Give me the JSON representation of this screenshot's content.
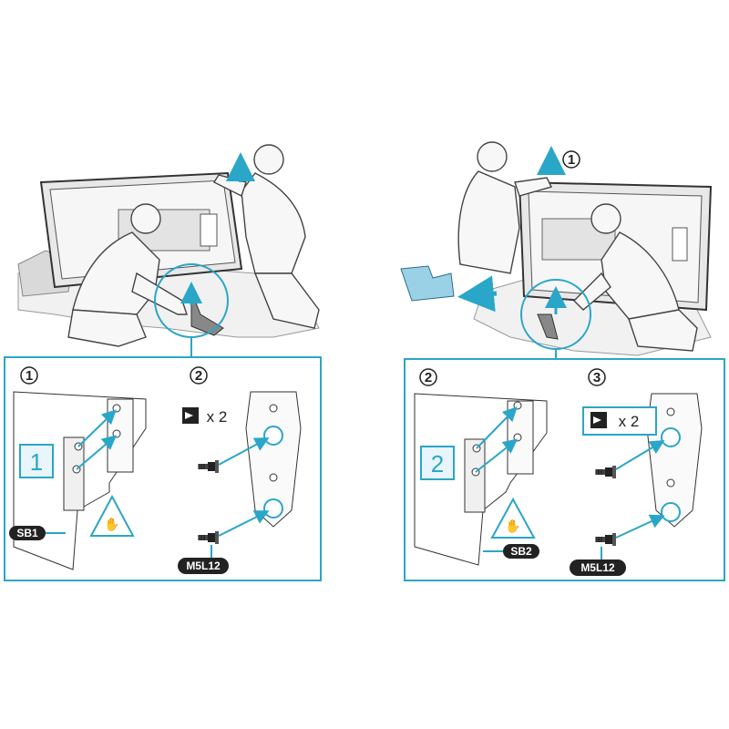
{
  "colors": {
    "accent": "#2aa6c8",
    "line": "#333333",
    "fill_light": "#f2f2f2",
    "box_blue": "#9ad1e6"
  },
  "left_panel": {
    "top_step": "",
    "substeps": [
      {
        "number": "1",
        "part_number": "1",
        "strip_label": "SB1"
      },
      {
        "number": "2",
        "quantity": "x 2",
        "screw_label": "M5L12"
      }
    ]
  },
  "right_panel": {
    "top_step": "1",
    "substeps": [
      {
        "number": "2",
        "part_number": "2",
        "strip_label": "SB2"
      },
      {
        "number": "3",
        "quantity": "x 2",
        "screw_label": "M5L12"
      }
    ]
  },
  "icons": [
    "caution-pinch-icon",
    "arrow-right-icon",
    "screw-icon",
    "up-arrow-icon",
    "left-arrow-icon"
  ]
}
